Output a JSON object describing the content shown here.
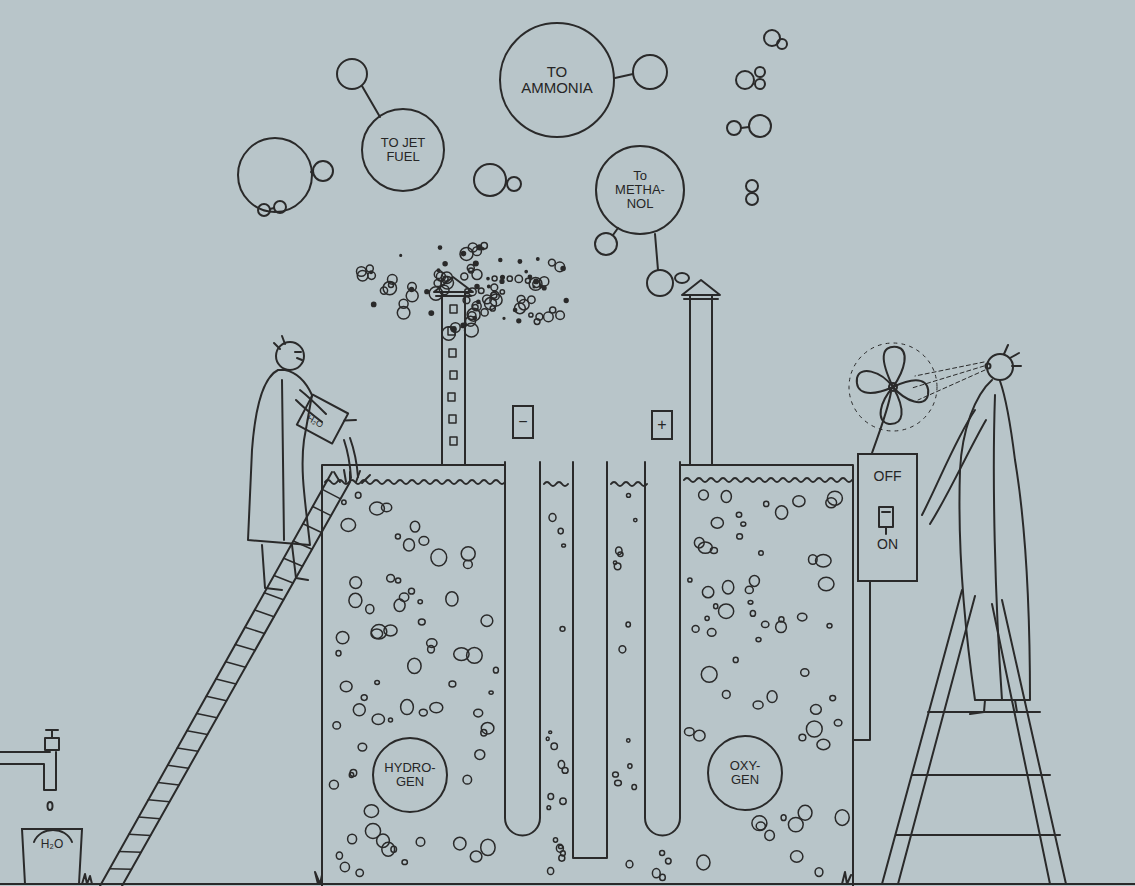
{
  "diagram": {
    "nodes": [
      {
        "text": [
          "TO AMMONIA"
        ]
      },
      {
        "text": [
          "TO JET FUEL"
        ]
      },
      {
        "text": [
          "To METHA- NOL"
        ]
      },
      {
        "text": [
          "−"
        ]
      },
      {
        "text": [
          "+"
        ]
      },
      {
        "text": [
          "OFF",
          "ON"
        ]
      },
      {
        "text": [
          "HYDRO- GEN"
        ]
      },
      {
        "text": [
          "OXY- GEN"
        ]
      },
      {
        "text": [
          "H₂O"
        ]
      }
    ],
    "labels": [
      "H₂O"
    ]
  }
}
